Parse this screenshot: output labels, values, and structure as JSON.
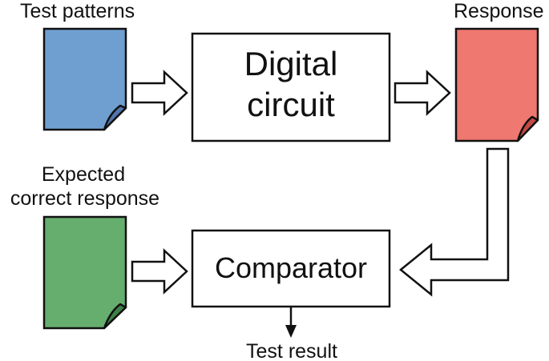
{
  "labels": {
    "test_patterns": "Test patterns",
    "response": "Response",
    "expected_line1": "Expected",
    "expected_line2": "correct response",
    "test_result": "Test result"
  },
  "boxes": {
    "digital_circuit_line1": "Digital",
    "digital_circuit_line2": "circuit",
    "comparator": "Comparator"
  },
  "colors": {
    "test_patterns_doc": "#6f9fd0",
    "test_patterns_fold": "#4f76ad",
    "response_doc": "#ef7870",
    "response_fold": "#c44a45",
    "expected_doc": "#66ae6e",
    "expected_fold": "#3f8048",
    "stroke": "#111111"
  }
}
